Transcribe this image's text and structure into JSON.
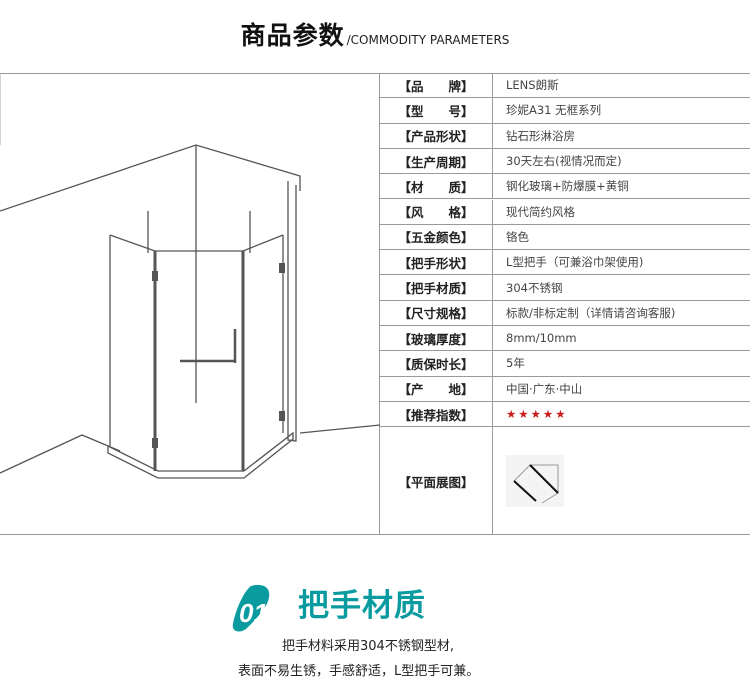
{
  "header": {
    "title_zh": "商品参数",
    "title_en": "/COMMODITY PARAMETERS"
  },
  "spec": {
    "rows": [
      {
        "label": "【品　　牌】",
        "value": "LENS朗斯"
      },
      {
        "label": "【型　　号】",
        "value": "珍妮A31  无框系列"
      },
      {
        "label": "【产品形状】",
        "value": "钻石形淋浴房"
      },
      {
        "label": "【生产周期】",
        "value": "30天左右(视情况而定)"
      },
      {
        "label": "【材　　质】",
        "value": "钢化玻璃+防爆膜+黄铜"
      },
      {
        "label": "【风　　格】",
        "value": "现代简约风格"
      },
      {
        "label": "【五金颜色】",
        "value": "铬色"
      },
      {
        "label": "【把手形状】",
        "value": "L型把手（可兼浴巾架使用)"
      },
      {
        "label": "【把手材质】",
        "value": "304不锈钢"
      },
      {
        "label": "【尺寸规格】",
        "value": "标款/非标定制（详情请咨询客服)"
      },
      {
        "label": "【玻璃厚度】",
        "value": "8mm/10mm"
      },
      {
        "label": "【质保时长】",
        "value": "5年"
      },
      {
        "label": "【产　　地】",
        "value": "中国·广东·中山"
      },
      {
        "label": "【推荐指数】",
        "value": "★★★★★"
      },
      {
        "label": "【平面展图】",
        "value": ""
      }
    ],
    "rating": 5,
    "rating_max": 5,
    "star_color": "#c81e1e"
  },
  "feature": {
    "number": "01",
    "title": "把手材质",
    "line1": "把手材料采用304不锈钢型材,",
    "line2": "表面不易生锈，手感舒适，L型把手可兼。",
    "accent_color": "#0a9ba0"
  }
}
